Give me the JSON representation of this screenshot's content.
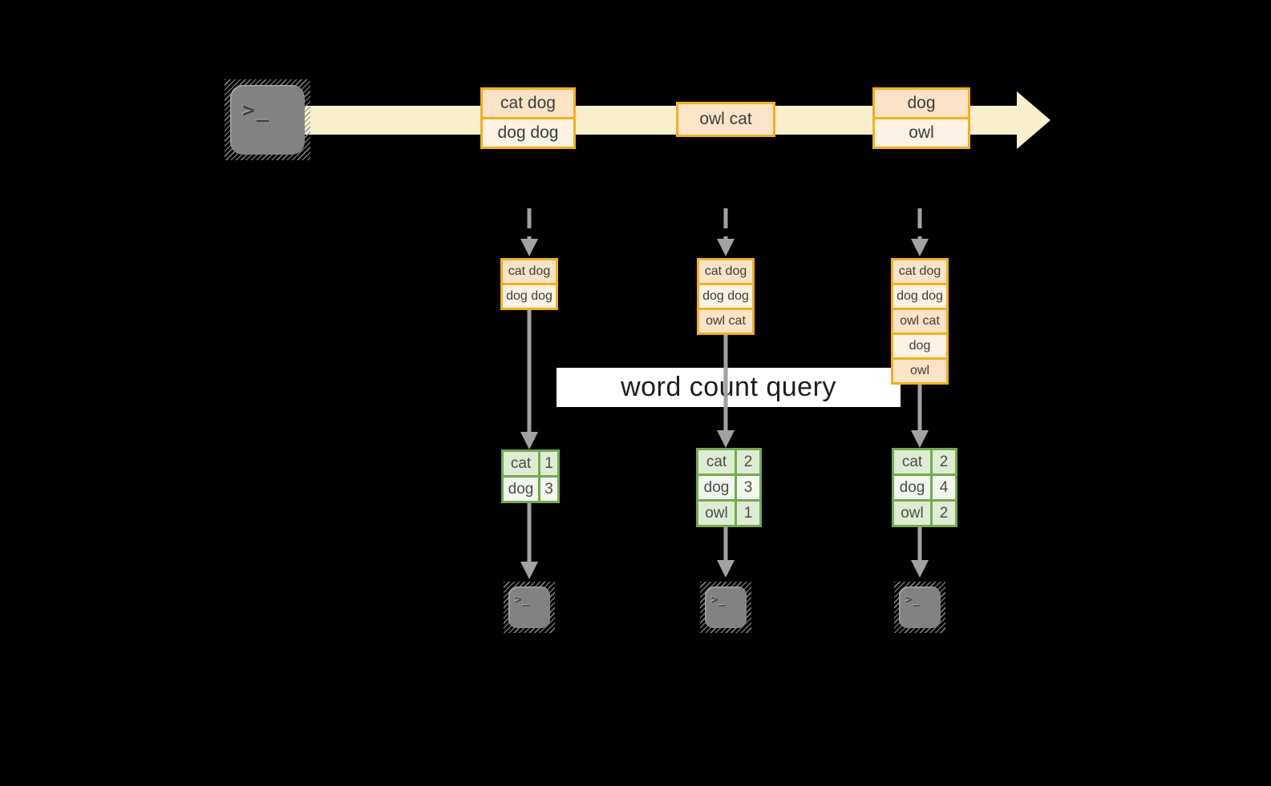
{
  "colors": {
    "background": "#000000",
    "stream_arrow": "#faefcd",
    "orange_border": "#f2b01d",
    "peach_fill": "#fae3c7",
    "cream_fill": "#fdf2e3",
    "green_border": "#74aa50",
    "green_fill": "#dfecd4",
    "white_green_fill": "#f2f7ee",
    "arrow_gray": "#a2a2a2",
    "terminal_gray": "#828282",
    "label_background": "#ffffff"
  },
  "source_terminal": {
    "prompt": ">_"
  },
  "stream_batches": [
    {
      "rows": [
        "cat dog",
        "dog dog"
      ]
    },
    {
      "rows": [
        "owl cat"
      ]
    },
    {
      "rows": [
        "dog",
        "owl"
      ]
    }
  ],
  "unbounded_tables": [
    {
      "rows": [
        "cat dog",
        "dog dog"
      ]
    },
    {
      "rows": [
        "cat dog",
        "dog dog",
        "owl cat"
      ]
    },
    {
      "rows": [
        "cat dog",
        "dog dog",
        "owl cat",
        "dog",
        "owl"
      ]
    }
  ],
  "query_label": "word count query",
  "word_count_tables": [
    {
      "rows": [
        {
          "word": "cat",
          "count": "1"
        },
        {
          "word": "dog",
          "count": "3"
        }
      ]
    },
    {
      "rows": [
        {
          "word": "cat",
          "count": "2"
        },
        {
          "word": "dog",
          "count": "3"
        },
        {
          "word": "owl",
          "count": "1"
        }
      ]
    },
    {
      "rows": [
        {
          "word": "cat",
          "count": "2"
        },
        {
          "word": "dog",
          "count": "4"
        },
        {
          "word": "owl",
          "count": "2"
        }
      ]
    }
  ],
  "output_terminals": [
    {
      "prompt": ">_"
    },
    {
      "prompt": ">_"
    },
    {
      "prompt": ">_"
    }
  ]
}
